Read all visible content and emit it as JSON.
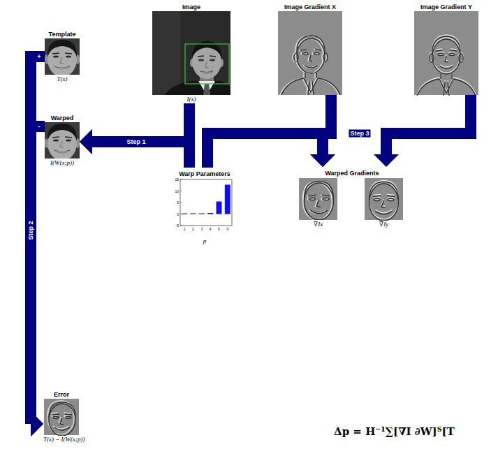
{
  "diagram": {
    "nodes": [
      {
        "text": [
          "Template",
          "T(x)"
        ]
      },
      {
        "text": [
          "Image",
          "I(x)"
        ]
      },
      {
        "text": [
          "Image Gradient X"
        ]
      },
      {
        "text": [
          "Image Gradient Y"
        ]
      },
      {
        "text": [
          "Warped",
          "I(W(x;p))"
        ]
      },
      {
        "text": [
          "Warp Parameters",
          "p"
        ]
      },
      {
        "text": [
          "Warped Gradients"
        ]
      },
      {
        "text": [
          "∇Ix"
        ],
        "in": 6
      },
      {
        "text": [
          "∇Iy"
        ],
        "in": 6
      },
      {
        "text": [
          "Error",
          "T(x) − I(W(x;p))"
        ]
      }
    ],
    "edges": [
      {
        "from": 1,
        "to": 4,
        "arrow": "to",
        "label": "Step 1"
      },
      {
        "from": 5,
        "to": 4,
        "arrow": "to"
      },
      {
        "from": 0,
        "to": 9,
        "arrow": "to",
        "label": "+"
      },
      {
        "from": 4,
        "to": 9,
        "arrow": "to",
        "label": "-"
      },
      {
        "from": 2,
        "to": 6,
        "arrow": "to",
        "label": "Step 3"
      },
      {
        "from": 3,
        "to": 6,
        "arrow": "to"
      },
      {
        "from": 5,
        "to": 6,
        "arrow": "to"
      }
    ],
    "labels": [
      "Step 2",
      "15",
      "10",
      "5",
      "0",
      "-5",
      "1",
      "2",
      "3",
      "4",
      "5",
      "6",
      "Δp = H⁻¹∑[∇I ∂W]ᵀ[T"
    ]
  }
}
